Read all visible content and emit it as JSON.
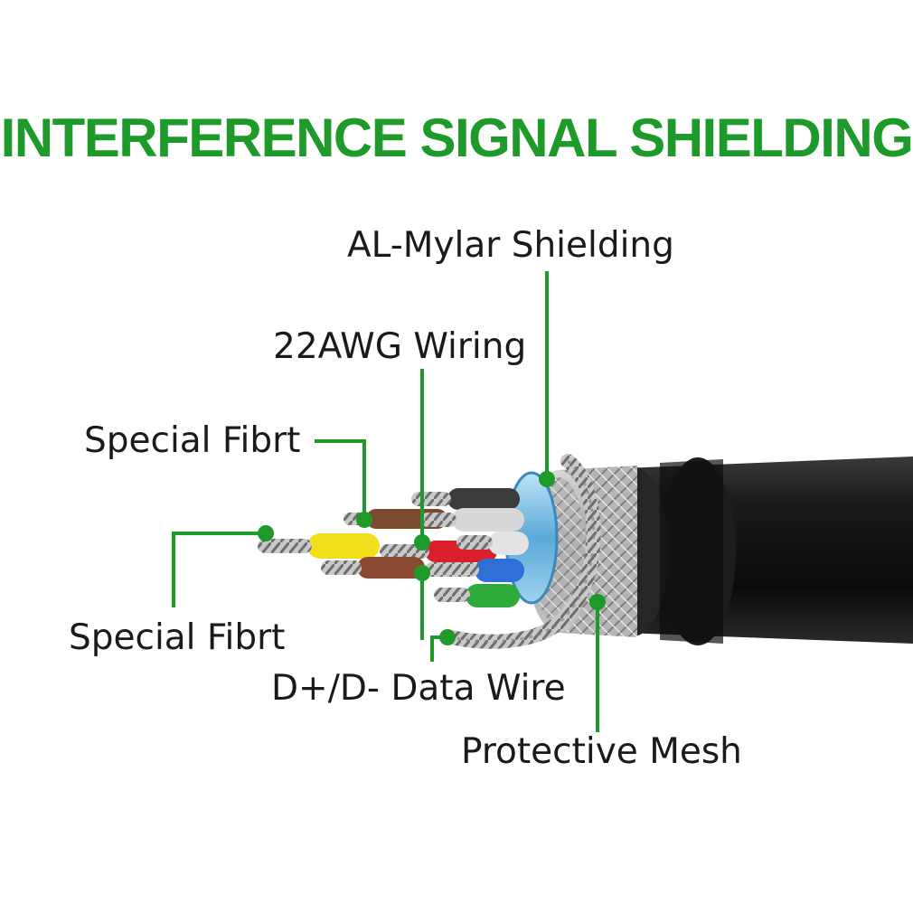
{
  "title": "INTERFERENCE SIGNAL SHIELDING",
  "colors": {
    "accent": "#1e9a2a",
    "text": "#1a1a1a",
    "jacket": "#121212"
  },
  "labels": {
    "al_mylar": "AL-Mylar Shielding",
    "awg_wiring": "22AWG Wiring",
    "special_fibrt_top": "Special Fibrt",
    "special_fibrt_left": "Special Fibrt",
    "data_wire": "D+/D- Data Wire",
    "protective_mesh": "Protective Mesh"
  }
}
